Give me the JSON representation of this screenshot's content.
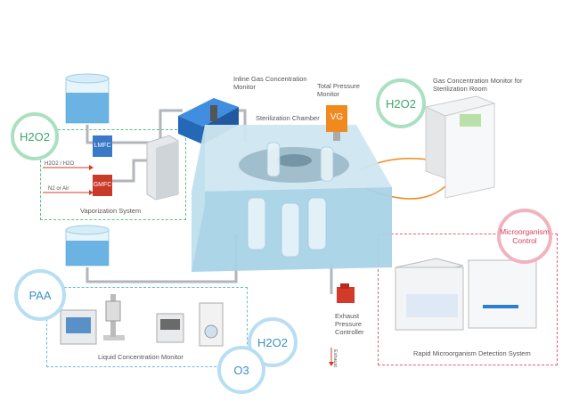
{
  "title": "Sterilization process gas & microorganism monitoring system",
  "colors": {
    "green": "#5cc089",
    "blue": "#6ab8e0",
    "pink": "#e0607a",
    "red": "#d43a2a",
    "orange": "#f08a1e",
    "instrument_blue": "#2a7fd4",
    "chamber": "#b8dcea"
  },
  "groups": {
    "vaporization": {
      "label": "Vaporization System"
    },
    "liquid": {
      "label": "Liquid Concentration Monitor"
    },
    "microorganism": {
      "label": "Rapid Microorganism Detection System"
    }
  },
  "badges": {
    "h2o2_vapor": "H2O2",
    "h2o2_room": "H2O2",
    "paa": "PAA",
    "h2o2_liquid": "H2O2",
    "o3": "O3",
    "micro_control": "Microorganism\nControl"
  },
  "components": {
    "lmfc": "LMFC",
    "gmfc": "GMFC",
    "vg": "VG",
    "lmfc_input": "H2O2 / H2O",
    "gmfc_input": "N2 or Air",
    "inline_monitor": "Inline Gas Concentration\nMonitor",
    "total_pressure": "Total Pressure\nMonitor",
    "chamber": "Sterilization Chamber",
    "room_monitor": "Gas Concentration Monitor for\nSterilization Room",
    "exhaust_controller": "Exhaust\nPressure\nController",
    "exhaust": "Exhaust"
  }
}
